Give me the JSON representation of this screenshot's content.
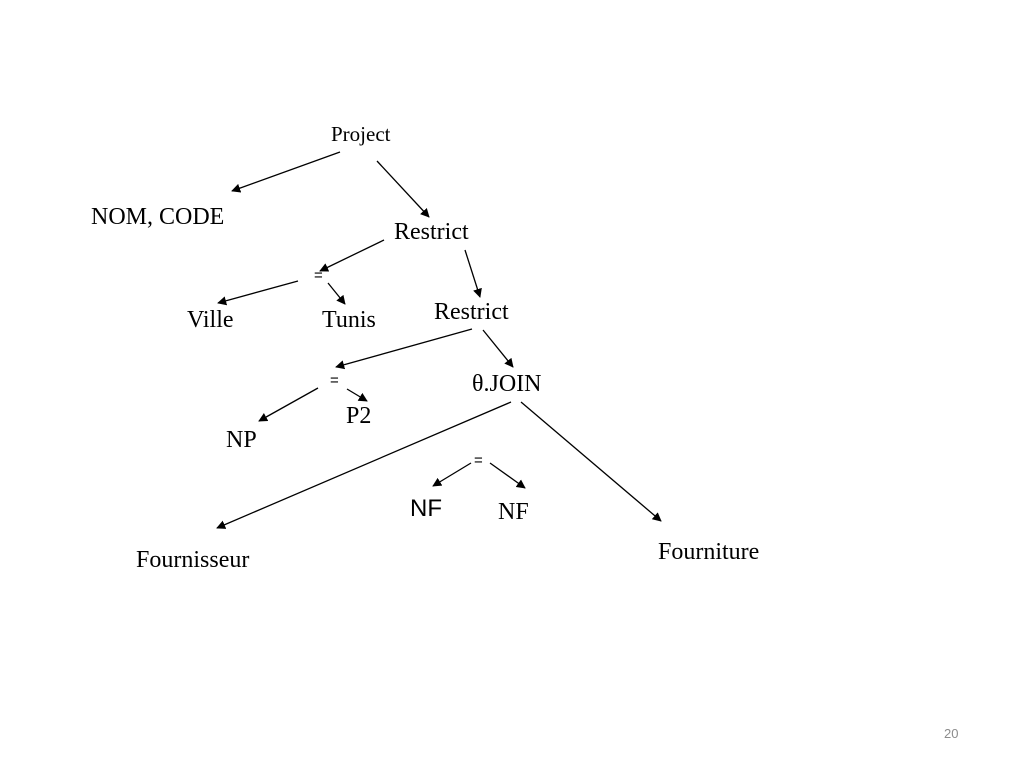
{
  "slide": {
    "page_number": "20"
  },
  "tree": {
    "root": "Project",
    "projection_attributes": "NOM, CODE",
    "restrict_1": "Restrict",
    "restrict_1_operator": "=",
    "restrict_1_left": "Ville",
    "restrict_1_right": "Tunis",
    "restrict_2": "Restrict",
    "restrict_2_operator": "=",
    "restrict_2_left": "NP",
    "restrict_2_right": "P2",
    "join": "θ.JOIN",
    "join_operator": "=",
    "join_left": "NF",
    "join_right": "NF",
    "join_left_relation": "Fournisseur",
    "join_right_relation": "Fourniture"
  }
}
